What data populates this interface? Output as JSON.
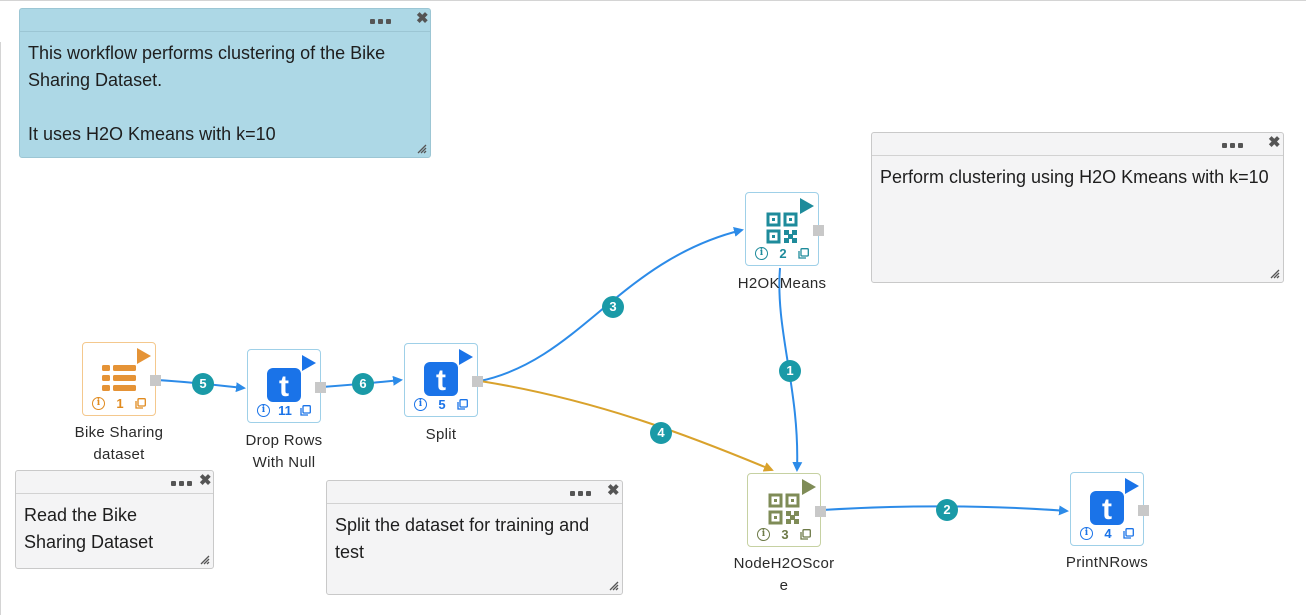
{
  "notes": [
    {
      "text": "This workflow performs clustering of the Bike Sharing Dataset.\n\nIt uses H2O Kmeans with k=10",
      "color": "#add8e6"
    },
    {
      "text": "Perform clustering using H2O Kmeans with k=10",
      "color": "#f4f4f5"
    },
    {
      "text": "Read the Bike Sharing Dataset",
      "color": "#f4f4f5"
    },
    {
      "text": "Split the dataset for training and test",
      "color": "#f4f4f5"
    }
  ],
  "nodes": [
    {
      "id": "1",
      "label": "Bike Sharing dataset",
      "icon": "table-list-icon",
      "color": "#e59336"
    },
    {
      "id": "11",
      "label": "Drop Rows With Null",
      "icon": "t-transform-icon",
      "color": "#1a73e8"
    },
    {
      "id": "5",
      "label": "Split",
      "icon": "t-transform-icon",
      "color": "#1a73e8"
    },
    {
      "id": "2",
      "label": "H2OKMeans",
      "icon": "qr-model-icon",
      "color": "#1e8b9b"
    },
    {
      "id": "3",
      "label": "NodeH2OScore",
      "icon": "qr-model-icon",
      "color": "#7f8c57"
    },
    {
      "id": "4",
      "label": "PrintNRows",
      "icon": "t-transform-icon",
      "color": "#1a73e8"
    }
  ],
  "edges": [
    {
      "label": "5",
      "from": "1",
      "to": "11",
      "color": "#2c8be8"
    },
    {
      "label": "6",
      "from": "11",
      "to": "5",
      "color": "#2c8be8"
    },
    {
      "label": "3",
      "from": "5",
      "to": "2",
      "color": "#2c8be8"
    },
    {
      "label": "4",
      "from": "5",
      "to": "3",
      "color": "#d9a22c"
    },
    {
      "label": "1",
      "from": "2",
      "to": "3",
      "color": "#2c8be8"
    },
    {
      "label": "2",
      "from": "3",
      "to": "4",
      "color": "#2c8be8"
    }
  ],
  "badge_color": "#1a9aa7",
  "info_glyph": "i",
  "icons": {
    "menu": "dots-menu-icon",
    "close": "close-icon",
    "resize": "resize-handle-icon",
    "run": "play-icon",
    "port": "output-port-icon",
    "info": "info-icon",
    "copy": "copy-icon"
  },
  "close_glyph": "✖"
}
